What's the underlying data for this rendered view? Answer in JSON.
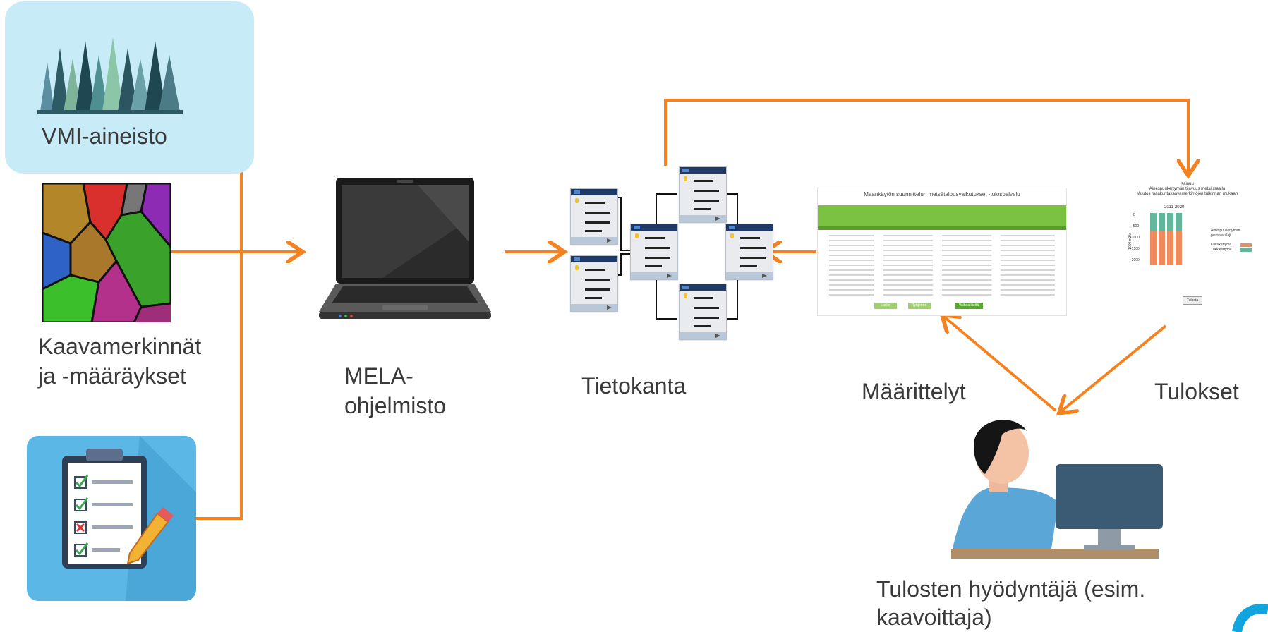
{
  "nodes": {
    "vmi": {
      "label": "VMI-aineisto"
    },
    "kaava": {
      "line1": "Kaavamerkinnät",
      "line2": "ja -määräykset"
    },
    "mela": {
      "line1": "MELA-",
      "line2": "ohjelmisto"
    },
    "tietokanta": {
      "label": "Tietokanta"
    },
    "maarittelyt": {
      "label": "Määrittelyt"
    },
    "tulokset": {
      "label": "Tulokset"
    },
    "user": {
      "line1": "Tulosten hyödyntäjä (esim.",
      "line2": "kaavoittaja)"
    }
  },
  "web_screenshot": {
    "title": "Maankäytön suunnittelun metsätalousvaikutukset -tulospalvelu",
    "buttons": [
      "Laske",
      "Tyhjennä",
      "Vaihda kieltä"
    ]
  },
  "result_chart": {
    "title": "Kainuu",
    "subtitle1": "Ainespuukertymän tilavuus metsämaalla",
    "subtitle2": "Muutos maakuntakaavamerkintöjen tulkinnan mukaan",
    "period": "2011-2020",
    "yticks": [
      "0",
      "-500",
      "-1000",
      "-1500",
      "-2000"
    ],
    "ylabel": "1000 m3/a",
    "legend_title": "Ainespuukertymän puutavaralaji",
    "legend_items": [
      "Kuitukertymä",
      "Tukkikertymä"
    ],
    "button": "Tulosta"
  },
  "colors": {
    "arrow": "#f5821f",
    "vmi_bg": "#c8ecf7",
    "checklist_bg": "#5bb8e6",
    "chart_fill": "#f08a5d",
    "chart_fill2": "#63b59b",
    "web_green": "#7cc242"
  }
}
